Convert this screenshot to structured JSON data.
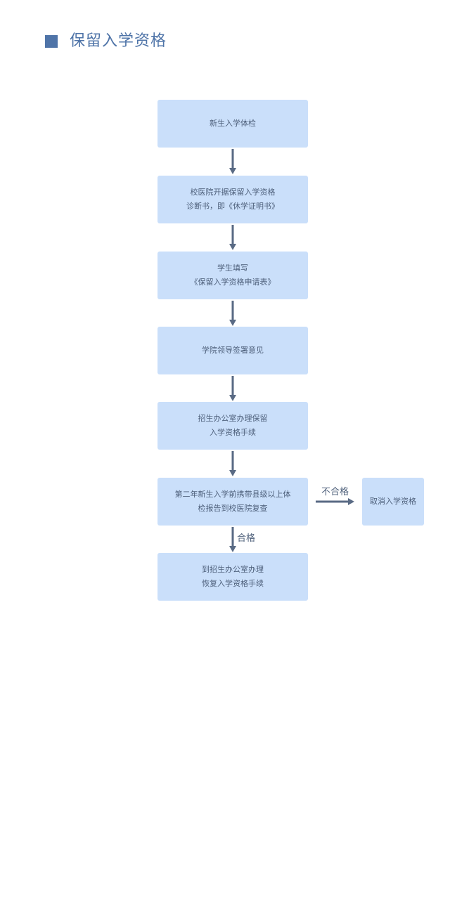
{
  "header": {
    "title": "保留入学资格"
  },
  "flow": {
    "steps": [
      {
        "lines": [
          "新生入学体检"
        ]
      },
      {
        "lines": [
          "校医院开据保留入学资格",
          "诊断书，即《休学证明书》"
        ]
      },
      {
        "lines": [
          "学生填写",
          "《保留入学资格申请表》"
        ]
      },
      {
        "lines": [
          "学院领导签署意见"
        ]
      },
      {
        "lines": [
          "招生办公室办理保留",
          "入学资格手续"
        ]
      },
      {
        "lines": [
          "第二年新生入学前携带县级以上体",
          "检报告到校医院复查"
        ]
      },
      {
        "lines": [
          "到招生办公室办理",
          "恢复入学资格手续"
        ]
      }
    ],
    "branch": {
      "label": "不合格",
      "result": "取消入学资格"
    },
    "pass_label": "合格"
  },
  "colors": {
    "title": "#4f74a8",
    "box_fill": "#cadffa",
    "box_text": "#4d5f7a",
    "arrow": "#596a84"
  }
}
